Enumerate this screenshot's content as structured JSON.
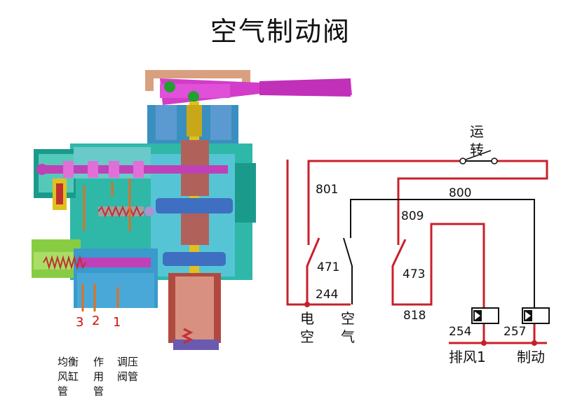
{
  "title": "空气制动阀",
  "pipe_numbers": [
    "3",
    "2",
    "1"
  ],
  "pipe_labels": [
    {
      "lines": [
        "均衡",
        "风缸",
        "管"
      ]
    },
    {
      "lines": [
        "作",
        "用",
        "管"
      ]
    },
    {
      "lines": [
        "调压",
        "阀管"
      ]
    }
  ],
  "switch_label": [
    "运",
    "转"
  ],
  "wires": {
    "w801": "801",
    "w800": "800",
    "w809": "809",
    "w471": "471",
    "w473": "473",
    "w244": "244",
    "w818": "818",
    "w254": "254",
    "w257": "257"
  },
  "bottom_labels": {
    "dian": [
      "电",
      "空"
    ],
    "kong": [
      "空",
      "气"
    ],
    "paifeng": "排风1",
    "zhidong": "制动"
  },
  "colors": {
    "wire_red": "#c8202a",
    "wire_black": "#111111",
    "valve_body": "#3a8fc0",
    "valve_teal": "#2fb8a8",
    "handle": "#d23cc8",
    "piston": "#b0625a",
    "pipe_orange": "#e07020"
  }
}
